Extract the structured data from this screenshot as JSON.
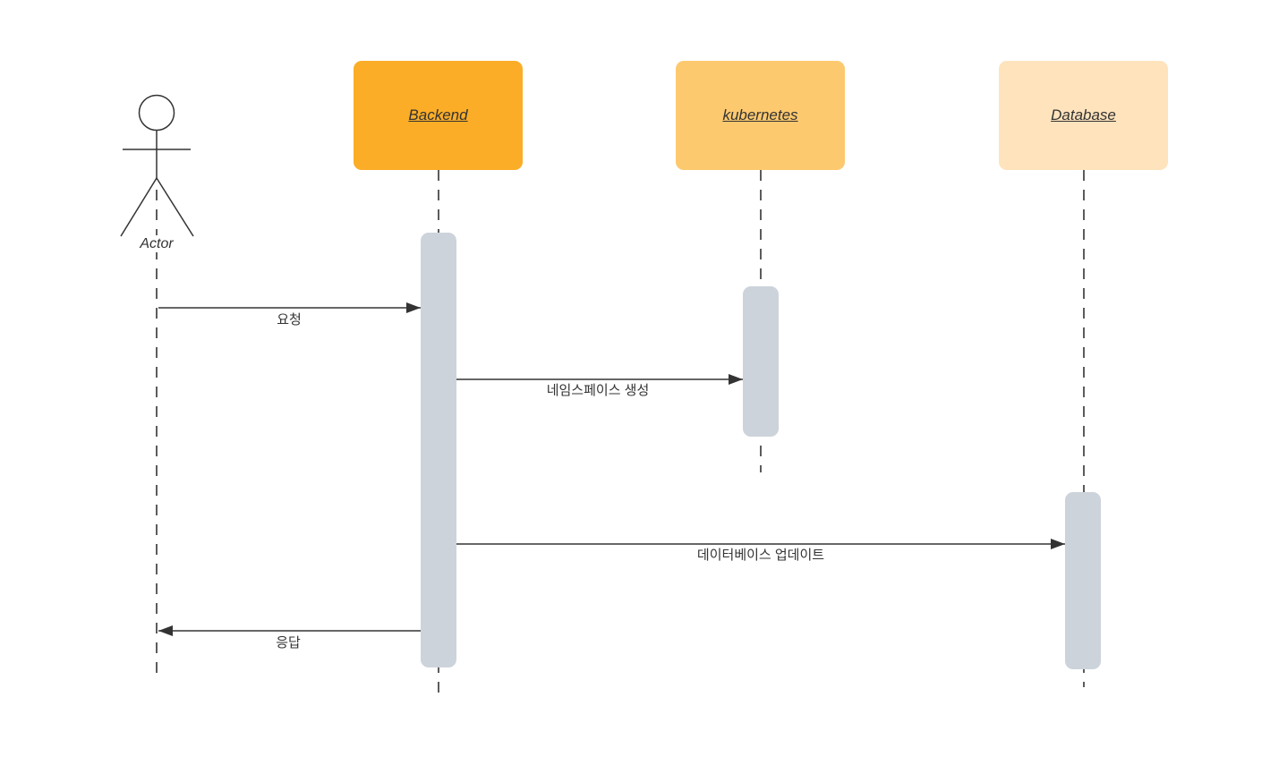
{
  "diagram": {
    "type": "uml-sequence",
    "actor": {
      "label": "Actor"
    },
    "participants": [
      {
        "id": "backend",
        "label": "Backend",
        "fill": "#FBAD27"
      },
      {
        "id": "kubernetes",
        "label": "kubernetes",
        "fill": "#FDC96F"
      },
      {
        "id": "database",
        "label": "Database",
        "fill": "#FEE3BC"
      }
    ],
    "messages": [
      {
        "label": "요청",
        "from": "Actor",
        "to": "Backend"
      },
      {
        "label": "네임스페이스 생성",
        "from": "Backend",
        "to": "kubernetes"
      },
      {
        "label": "데이터베이스 업데이트",
        "from": "Backend",
        "to": "Database"
      },
      {
        "label": "응답",
        "from": "Backend",
        "to": "Actor"
      }
    ],
    "colors": {
      "activation_fill": "#CDD3DA",
      "line": "#333333",
      "background": "#FFFFFF"
    }
  }
}
